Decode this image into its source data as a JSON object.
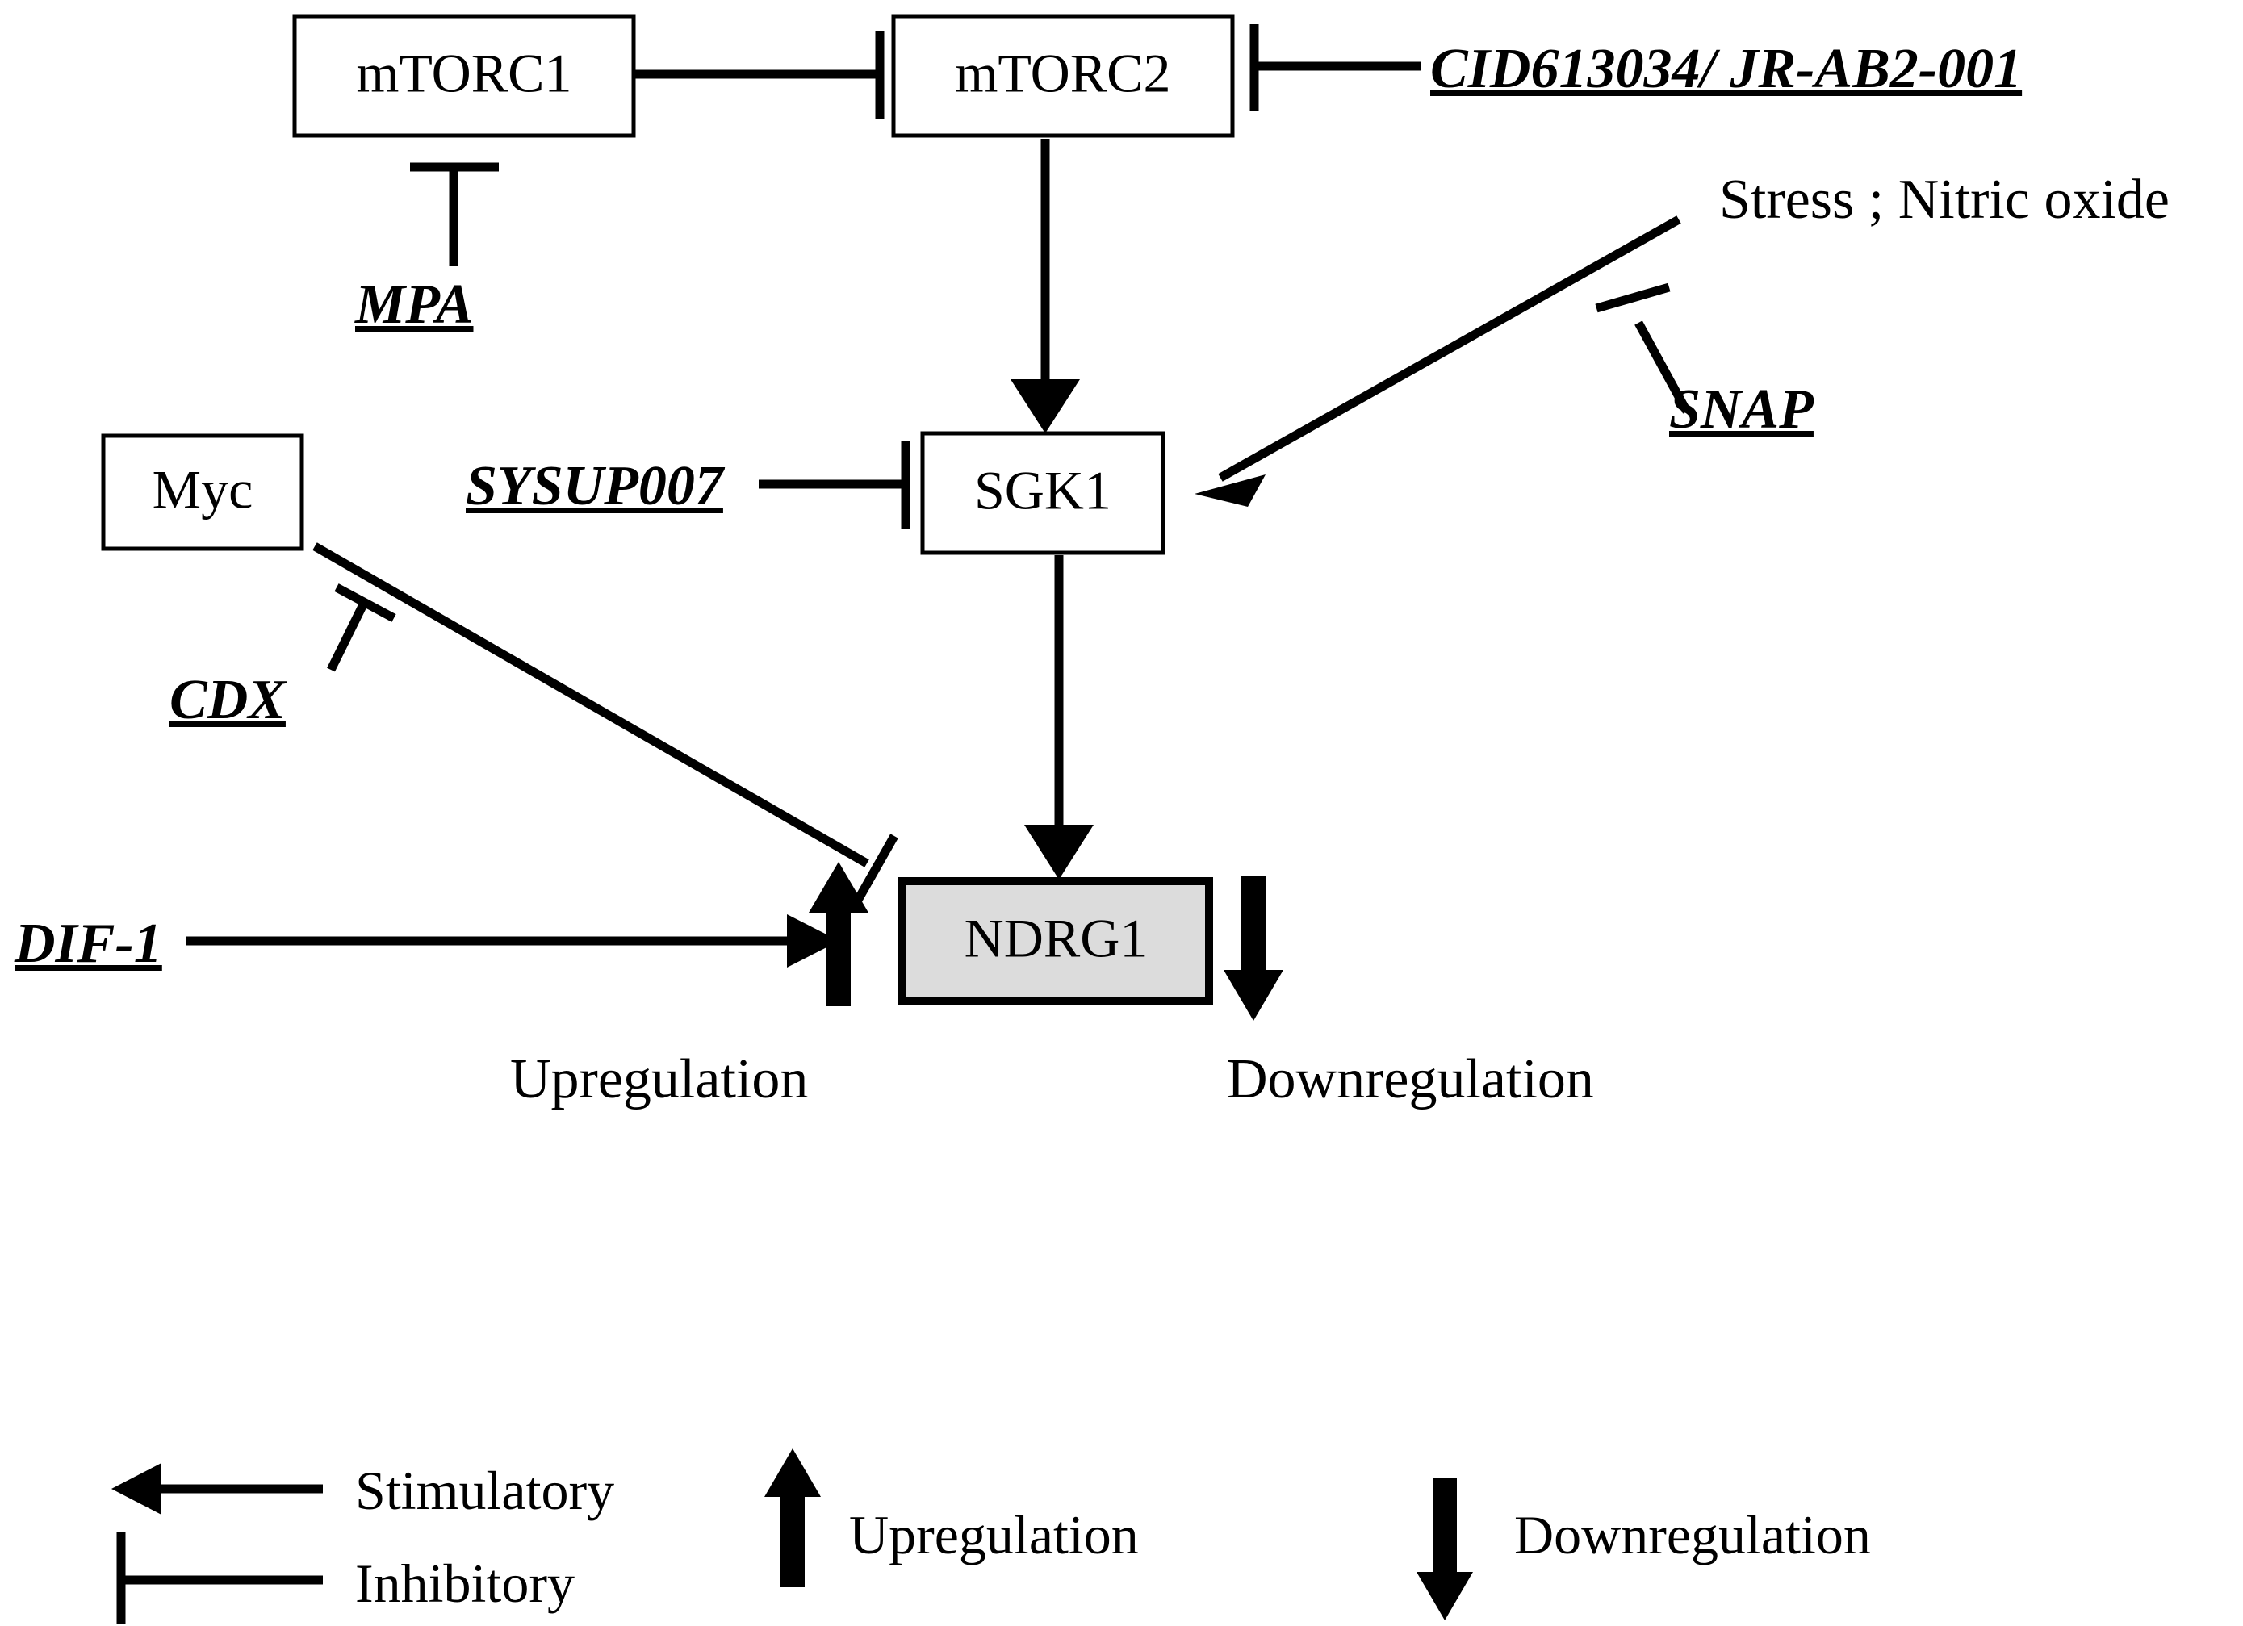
{
  "figure": {
    "type": "signaling-pathway-diagram",
    "background_color": "#ffffff",
    "line_color": "#000000",
    "highlight_fill": "#dcdcdc"
  },
  "nodes": [
    {
      "id": "mtorc1",
      "label": "mTORC1",
      "shape": "rectangle",
      "fill": "#ffffff",
      "border": "#000000"
    },
    {
      "id": "mtorc2",
      "label": "mTORC2",
      "shape": "rectangle",
      "fill": "#ffffff",
      "border": "#000000"
    },
    {
      "id": "sgk1",
      "label": "SGK1",
      "shape": "rectangle",
      "fill": "#ffffff",
      "border": "#000000"
    },
    {
      "id": "myc",
      "label": "Myc",
      "shape": "rectangle",
      "fill": "#ffffff",
      "border": "#000000"
    },
    {
      "id": "ndrg1",
      "label": "NDRG1",
      "shape": "rectangle",
      "fill": "#dcdcdc",
      "border": "#000000"
    }
  ],
  "agents": [
    {
      "id": "cid613034",
      "label": "CID613034/ JR-AB2-001",
      "style": "bold-italic-underline",
      "target": "mTORC2",
      "effect": "inhibitory"
    },
    {
      "id": "mpa",
      "label": "MPA",
      "style": "bold-italic-underline",
      "target": "mTORC1",
      "effect": "inhibitory"
    },
    {
      "id": "snap",
      "label": "SNAP",
      "style": "bold-italic-underline",
      "target": "Stress ; Nitric oxide",
      "effect": "inhibitory"
    },
    {
      "id": "sysup007",
      "label": "SYSUP007",
      "style": "bold-italic-underline",
      "target": "SGK1",
      "effect": "inhibitory"
    },
    {
      "id": "cdx",
      "label": "CDX",
      "style": "bold-italic-underline",
      "target": "Myc",
      "effect": "inhibitory"
    },
    {
      "id": "dif1",
      "label": "DIF-1",
      "style": "bold-italic-underline",
      "target": "NDRG1",
      "effect": "stimulatory"
    }
  ],
  "annotations": {
    "stress": "Stress ; Nitric oxide",
    "upregulation": "Upregulation",
    "downregulation": "Downregulation"
  },
  "edges": [
    {
      "from": "mTORC1",
      "to": "mTORC2",
      "effect": "inhibitory"
    },
    {
      "from": "mTORC2",
      "to": "SGK1",
      "effect": "stimulatory"
    },
    {
      "from": "Stress ; Nitric oxide",
      "to": "SGK1",
      "effect": "stimulatory"
    },
    {
      "from": "SGK1",
      "to": "NDRG1",
      "effect": "stimulatory"
    },
    {
      "from": "Myc",
      "to": "NDRG1",
      "effect": "inhibitory"
    },
    {
      "from": "DIF-1",
      "to": "NDRG1",
      "effect": "stimulatory"
    }
  ],
  "legend": {
    "items": [
      {
        "id": "stimulatory",
        "label": "Stimulatory",
        "symbol": "left-arrow"
      },
      {
        "id": "inhibitory",
        "label": "Inhibitory",
        "symbol": "left-tbar"
      },
      {
        "id": "upregulation",
        "label": "Upregulation",
        "symbol": "up-arrow"
      },
      {
        "id": "downregulation",
        "label": "Downregulation",
        "symbol": "down-arrow"
      }
    ]
  }
}
